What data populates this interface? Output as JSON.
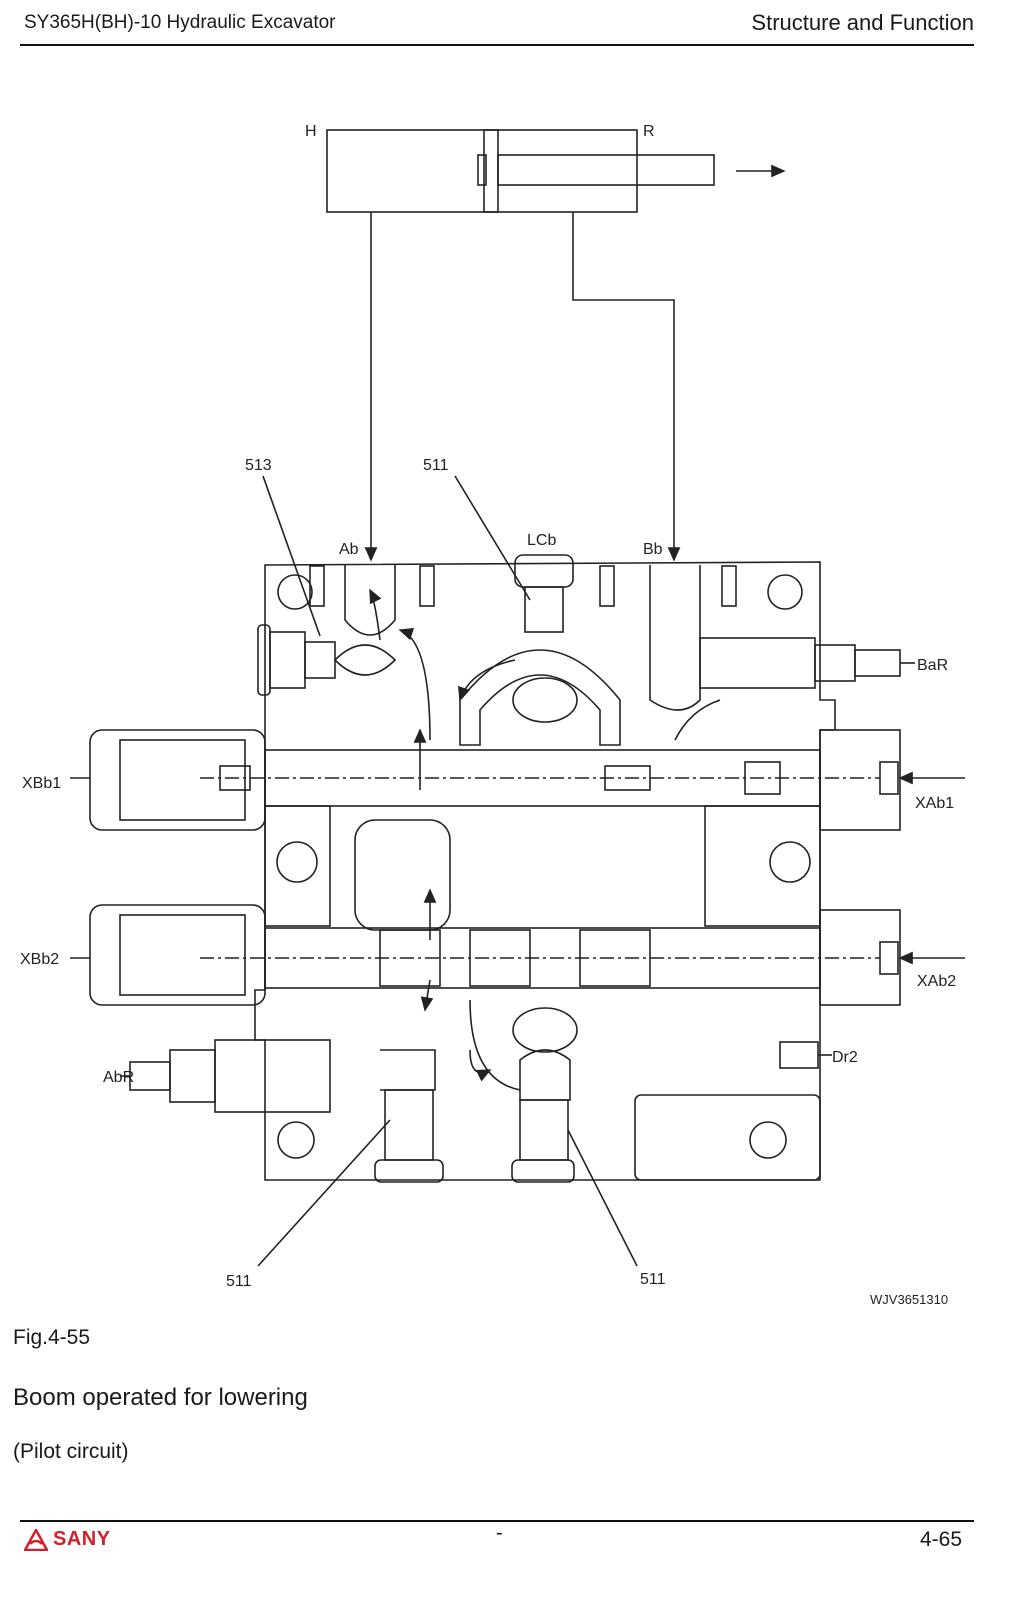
{
  "header": {
    "left_title": "SY365H(BH)-10 Hydraulic Excavator",
    "right_title": "Structure and Function"
  },
  "diagram": {
    "cylinder_labels": {
      "head": "H",
      "rod": "R"
    },
    "part_numbers": {
      "p513": "513",
      "p511_top": "511",
      "p511_bottom_left": "511",
      "p511_bottom_right": "511"
    },
    "port_labels": {
      "ab": "Ab",
      "lcb": "LCb",
      "bb": "Bb",
      "bar": "BaR",
      "xbb1": "XBb1",
      "xab1": "XAb1",
      "xbb2": "XBb2",
      "xab2": "XAb2",
      "abr": "AbR",
      "dr2": "Dr2"
    },
    "drawing_code": "WJV3651310"
  },
  "captions": {
    "figure": "Fig.4-55",
    "title": "Boom operated for lowering",
    "subtitle": "(Pilot circuit)"
  },
  "footer": {
    "brand": "SANY",
    "center": "-",
    "page_number": "4-65"
  }
}
